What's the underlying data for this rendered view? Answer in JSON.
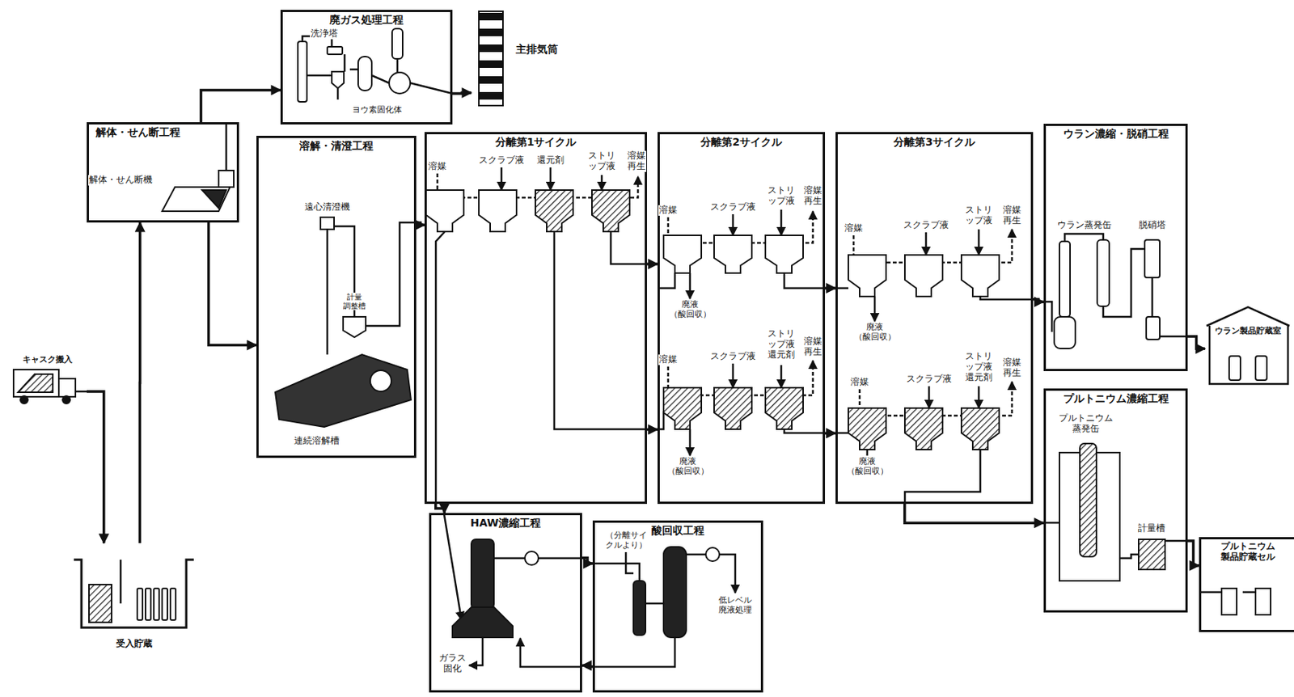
{
  "diagram": {
    "nodes": [
      {
        "text": [
          "廃ガス処理工程"
        ]
      },
      {
        "text": [
          "主排気筒"
        ]
      },
      {
        "text": [
          "解体・せん断工程"
        ]
      },
      {
        "text": [
          "溶解・清澄工程"
        ]
      },
      {
        "text": [
          "分離第1サイクル"
        ]
      },
      {
        "text": [
          "分離第2サイクル"
        ]
      },
      {
        "text": [
          "分離第3サイクル"
        ]
      },
      {
        "text": [
          "ウラン濃縮・脱硝工程"
        ]
      },
      {
        "text": [
          "ウラン製品貯蔵室"
        ]
      },
      {
        "text": [
          "プルトニウム濃縮工程"
        ]
      },
      {
        "text": [
          "プルトニウム 製品貯蔵セル"
        ]
      },
      {
        "text": [
          "キャスク搬入"
        ]
      },
      {
        "text": [
          "受入貯蔵"
        ]
      },
      {
        "text": [
          "HAW濃縮工程"
        ]
      },
      {
        "text": [
          "酸回収工程"
        ]
      }
    ],
    "edges": [
      {
        "from": 11,
        "to": 12,
        "arrow": "to"
      },
      {
        "from": 12,
        "to": 2,
        "arrow": "to"
      },
      {
        "from": 2,
        "to": 0,
        "arrow": "to"
      },
      {
        "from": 2,
        "to": 3,
        "arrow": "to"
      },
      {
        "from": 3,
        "to": 4,
        "arrow": "to"
      },
      {
        "from": 4,
        "to": 5,
        "arrow": "to"
      },
      {
        "from": 4,
        "to": 5,
        "arrow": "to"
      },
      {
        "from": 4,
        "to": 13,
        "arrow": "to"
      },
      {
        "from": 5,
        "to": 6,
        "arrow": "to"
      },
      {
        "from": 5,
        "to": 6,
        "arrow": "to"
      },
      {
        "from": 6,
        "to": 7,
        "arrow": "to"
      },
      {
        "from": 6,
        "to": 9,
        "arrow": "to"
      },
      {
        "from": 7,
        "to": 8,
        "arrow": "to"
      },
      {
        "from": 9,
        "to": 10,
        "arrow": "to"
      },
      {
        "from": 13,
        "to": 14,
        "arrow": "to"
      },
      {
        "from": 14,
        "to": 13,
        "arrow": "to"
      },
      {
        "from": 0,
        "to": 1,
        "arrow": "to"
      }
    ],
    "labels": [
      "洗浄塔",
      "ヨウ素固化体",
      "解体・せん断機",
      "遠心清澄機",
      "計量 調整槽",
      "連続溶解槽",
      "溶媒",
      "スクラブ液",
      "還元剤",
      "ストリ ップ液",
      "溶媒 再生",
      "溶媒",
      "スクラブ液",
      "ストリ ップ液",
      "溶媒 再生",
      "廃液 （酸回収）",
      "溶媒",
      "スクラブ液",
      "ストリ ップ液 還元剤",
      "溶媒 再生",
      "廃液 （酸回収）",
      "溶媒",
      "スクラブ液",
      "ストリ ップ液",
      "溶媒 再生",
      "廃液 （酸回収）",
      "溶媒",
      "スクラブ液",
      "ストリ ップ液 還元剤",
      "溶媒 再生",
      "廃液 （酸回収）",
      "ウラン蒸発缶",
      "脱硝塔",
      "プルトニウム 蒸発缶",
      "計量槽",
      "ガラス 固化",
      "（分離サイ クルより）",
      "低レベル 廃液処理"
    ]
  }
}
